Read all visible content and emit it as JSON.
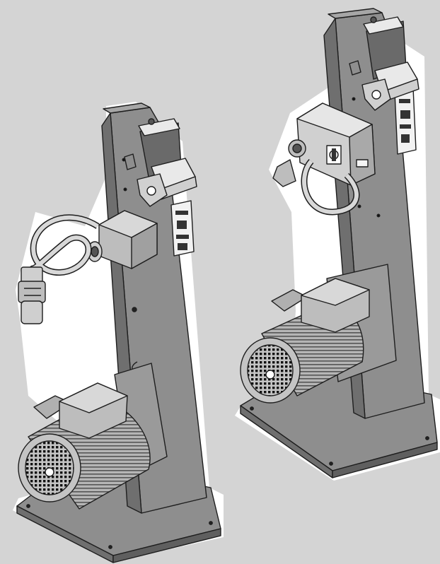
{
  "figure": {
    "background": "#d4d4d4",
    "machines": [
      {
        "id": "grinder-left",
        "power_connection": "cable-with-plug"
      },
      {
        "id": "grinder-right",
        "power_connection": "switch-box-with-socket"
      }
    ],
    "palette": {
      "column": "#8e8e8e",
      "column_side": "#6f6f6f",
      "column_top": "#a6a6a6",
      "motor": "#b5b5b5",
      "motor_dark": "#8d8d8d",
      "fan_cover": "#c4c4c4",
      "belt": "#6a6a6a",
      "guard": "#e9e9e9",
      "outline": "#1e1e1e",
      "halo": "#ffffff"
    }
  }
}
